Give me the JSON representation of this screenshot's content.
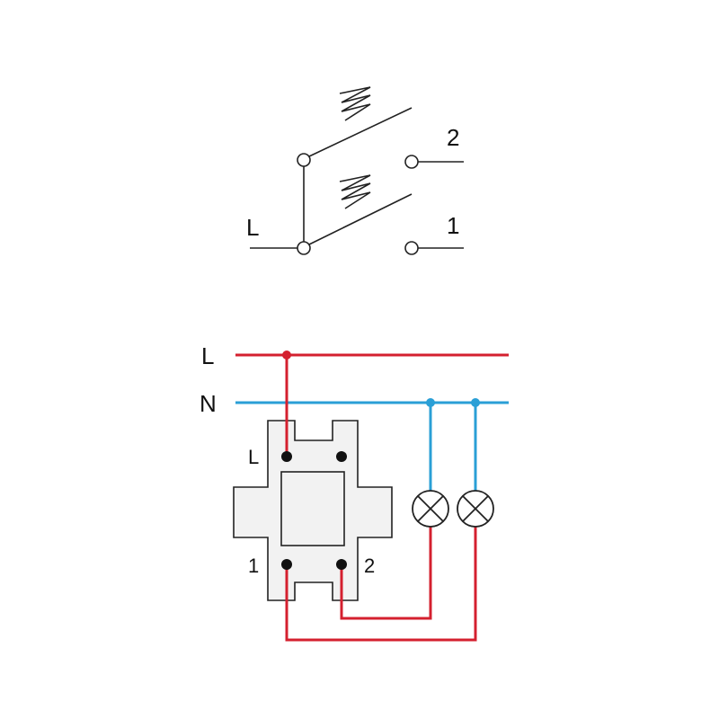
{
  "schematic": {
    "label_live": "L",
    "label_out1": "1",
    "label_out2": "2"
  },
  "wiring": {
    "line_live": "L",
    "line_neutral": "N",
    "terminal_live": "L",
    "terminal_1": "1",
    "terminal_2": "2"
  },
  "colors": {
    "live": "#d4202f",
    "neutral": "#2a9fd6",
    "ink": "#222222",
    "device_fill": "#f2f2f2"
  }
}
